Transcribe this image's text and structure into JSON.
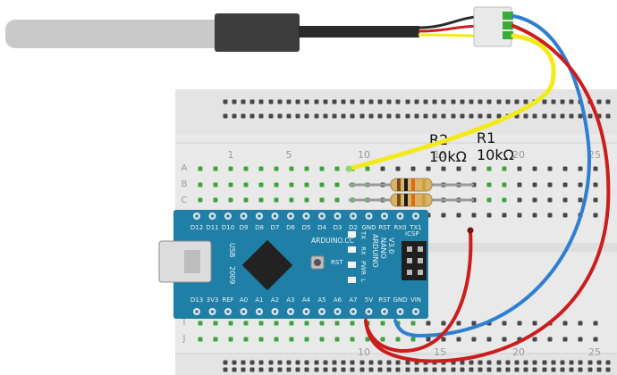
{
  "breadboard": {
    "row_labels_top": [
      "A",
      "B",
      "C"
    ],
    "row_labels_bottom": [
      "I",
      "J"
    ],
    "column_numbers_top": [
      "1",
      "5",
      "10",
      "15",
      "20",
      "25"
    ],
    "column_numbers_bottom": [
      "10",
      "15",
      "20",
      "25"
    ]
  },
  "resistors": [
    {
      "name": "R2",
      "value": "10kΩ"
    },
    {
      "name": "R1",
      "value": "10kΩ"
    }
  ],
  "board": {
    "model_line1": "ARDUINO",
    "model_line2": "NANO",
    "model_line3": "V3.0",
    "usb_label": "USB",
    "year_label": "2009",
    "icsp_label": "ICSP",
    "rst_label": "RST",
    "arduino_cc": "ARDUINO.CC",
    "led_labels": [
      "TX",
      "RX",
      "PWR",
      "L"
    ],
    "top_pins": [
      "D12",
      "D11",
      "D10",
      "D9",
      "D8",
      "D7",
      "D6",
      "D5",
      "D4",
      "D3",
      "D2",
      "GND",
      "RST",
      "RX0",
      "TX1"
    ],
    "bottom_pins": [
      "D13",
      "3V3",
      "REF",
      "A0",
      "A1",
      "A2",
      "A3",
      "A4",
      "A5",
      "A6",
      "A7",
      "5V",
      "RST",
      "GND",
      "VIN"
    ]
  },
  "wire_colors": {
    "yellow": "#f3ea1b",
    "red": "#cc1d1d",
    "blue": "#2f7fd0",
    "green": "#3aab3a"
  }
}
